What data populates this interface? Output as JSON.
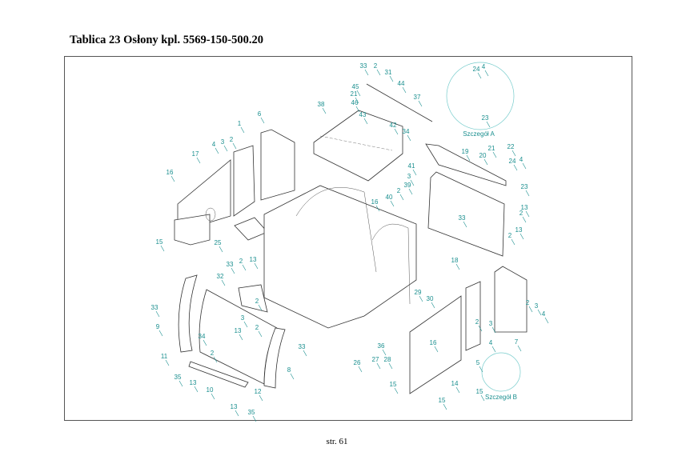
{
  "title": "Tablica 23  Osłony kpl. 5569-150-500.20",
  "footer": "str. 61",
  "details": [
    "Szczegół A",
    "Szczegół B"
  ],
  "callouts": [
    "33",
    "2",
    "31",
    "44",
    "45",
    "21",
    "46",
    "37",
    "38",
    "43",
    "42",
    "34",
    "41",
    "3",
    "39",
    "2",
    "40",
    "16",
    "24",
    "4",
    "23",
    "19",
    "20",
    "21",
    "22",
    "24",
    "4",
    "23",
    "13",
    "2",
    "33",
    "13",
    "2",
    "18",
    "6",
    "1",
    "2",
    "3",
    "4",
    "17",
    "16",
    "15",
    "25",
    "33",
    "2",
    "13",
    "32",
    "2",
    "3",
    "33",
    "9",
    "13",
    "2",
    "34",
    "33",
    "11",
    "2",
    "8",
    "35",
    "13",
    "10",
    "12",
    "13",
    "35",
    "29",
    "30",
    "16",
    "36",
    "26",
    "27",
    "28",
    "15",
    "14",
    "15",
    "2",
    "3",
    "4",
    "5",
    "7",
    "2",
    "3",
    "4",
    "15"
  ],
  "colors": {
    "callout": "#1a8f8f"
  }
}
